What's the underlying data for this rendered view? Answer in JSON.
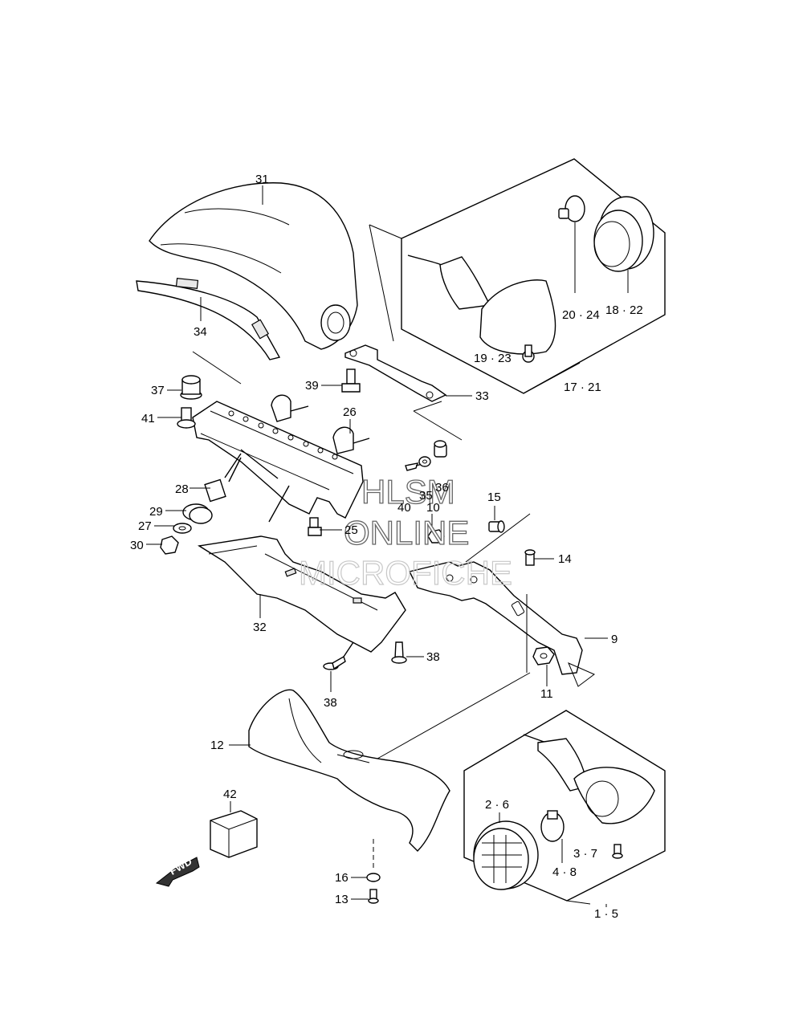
{
  "watermark": {
    "line1": "HLSM",
    "line2": "ONLINE",
    "line3": "MICROFICHE"
  },
  "fwd_label": "FWD",
  "labels": {
    "p31": "31",
    "p34": "34",
    "p37": "37",
    "p41": "41",
    "p39": "39",
    "p33": "33",
    "p26": "26",
    "p28": "28",
    "p29": "29",
    "p27": "27",
    "p30": "30",
    "p25": "25",
    "p35": "35",
    "p36": "36",
    "p40": "40",
    "p10": "10",
    "p15": "15",
    "p14": "14",
    "p32": "32",
    "p9": "9",
    "p38a": "38",
    "p38b": "38",
    "p11": "11",
    "p12": "12",
    "p42": "42",
    "p16": "16",
    "p13": "13",
    "p20_24": "20 · 24",
    "p18_22": "18 · 22",
    "p19_23": "19 · 23",
    "p17_21": "17 · 21",
    "p2_6": "2 · 6",
    "p3_7": "3 · 7",
    "p4_8": "4 · 8",
    "p1_5": "1 · 5"
  }
}
